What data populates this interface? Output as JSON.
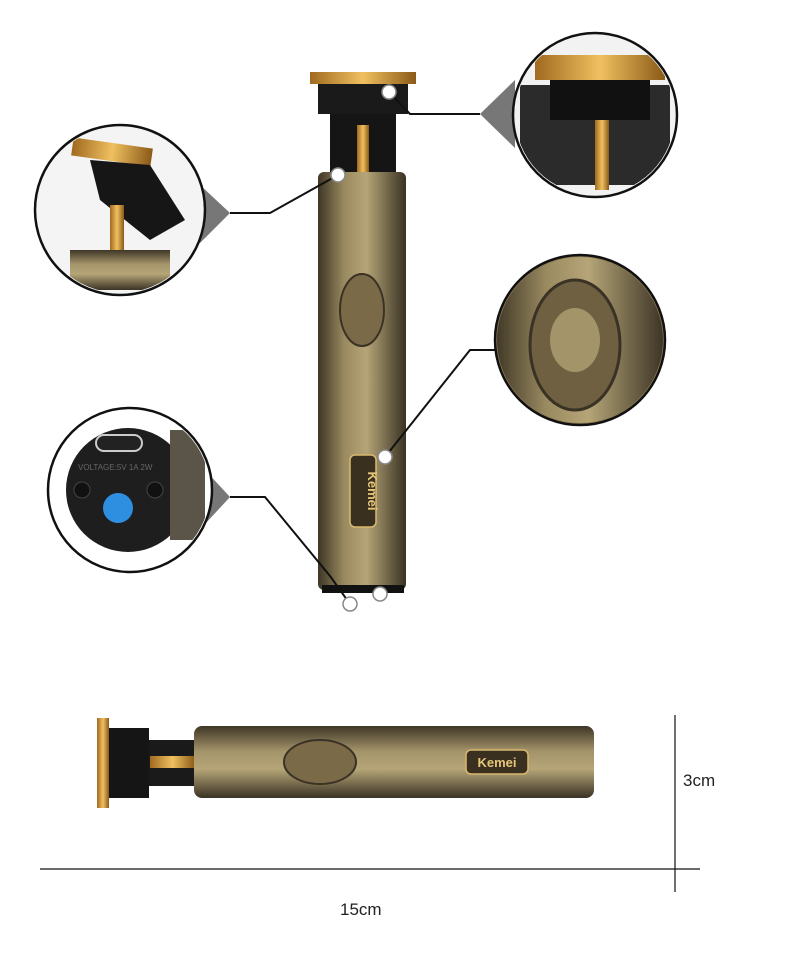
{
  "product": {
    "brand": "Kemei",
    "port_label": "VOLTAGE:5V 1A 2W"
  },
  "dimensions": {
    "height_label": "3cm",
    "length_label": "15cm"
  },
  "colors": {
    "bronze": "#8a7a52",
    "bronze_dark": "#4a4130",
    "gold": "#d9a84a",
    "button_blue": "#2e8fe0"
  }
}
